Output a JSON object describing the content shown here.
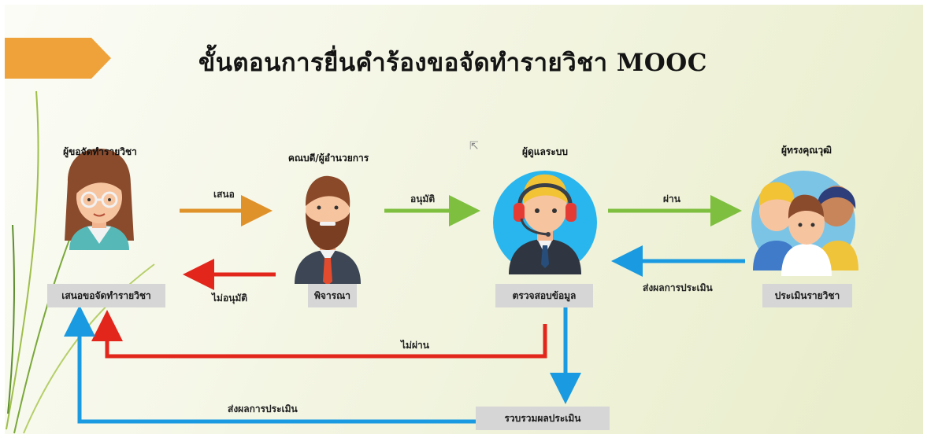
{
  "title": "ขั้นตอนการยื่นคำร้องขอจัดทำรายวิชา MOOC",
  "roles": {
    "requester": "ผู้ขอจัดทำรายวิชา",
    "dean": "คณบดี/ผู้อำนวยการ",
    "admin": "ผู้ดูแลระบบ",
    "experts": "ผู้ทรงคุณวุฒิ"
  },
  "steps": {
    "propose_course": "เสนอขอจัดทำรายวิชา",
    "consider": "พิจารณา",
    "verify": "ตรวจสอบข้อมูล",
    "evaluate_course": "ประเมินรายวิชา",
    "collect_results": "รวบรวมผลประเมิน"
  },
  "arrows": {
    "propose": "เสนอ",
    "approve": "อนุมัติ",
    "pass": "ผ่าน",
    "send_results": "ส่งผลการประเมิน",
    "not_approve": "ไม่อนุมัติ",
    "not_pass": "ไม่ผ่าน",
    "send_results_bottom": "ส่งผลการประเมิน"
  },
  "colors": {
    "orange": "#e0922a",
    "green": "#7fbf3f",
    "blue": "#1a9ae0",
    "red": "#e2261b",
    "tab": "#f0a23a"
  }
}
